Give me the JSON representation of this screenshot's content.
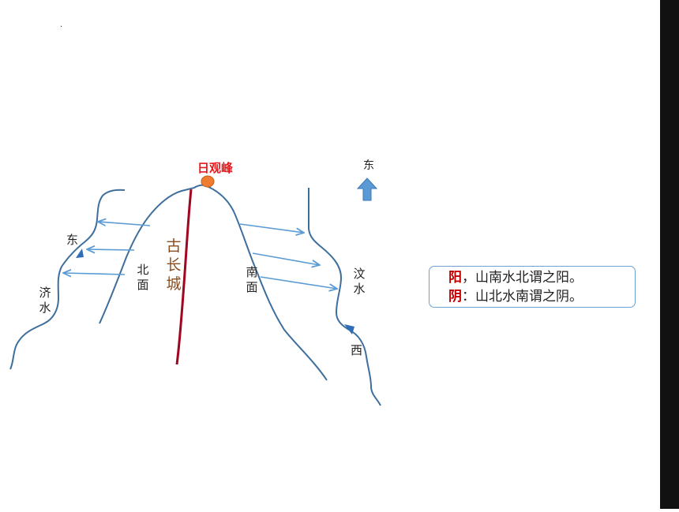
{
  "dot": ".",
  "peak_label": "日观峰",
  "wall_label": "古长城",
  "north_face": "北面",
  "south_face": "南面",
  "east_top": "东",
  "east_left": "东",
  "west_right": "西",
  "ji_river": "济水",
  "wen_river": "汶水",
  "note": {
    "yang_key": "阳",
    "yang_text": "，山南水北谓之阳。",
    "yin_key": "阴",
    "yin_text": "：山北水南谓之阴。"
  },
  "colors": {
    "river": "#3e6f9c",
    "arrow": "#5b9bd5",
    "wall": "#a0061f",
    "peak": "#ee7d31",
    "peak_label": "#e8171b",
    "wall_label": "#8a4d1f",
    "note_key": "#c00000"
  }
}
